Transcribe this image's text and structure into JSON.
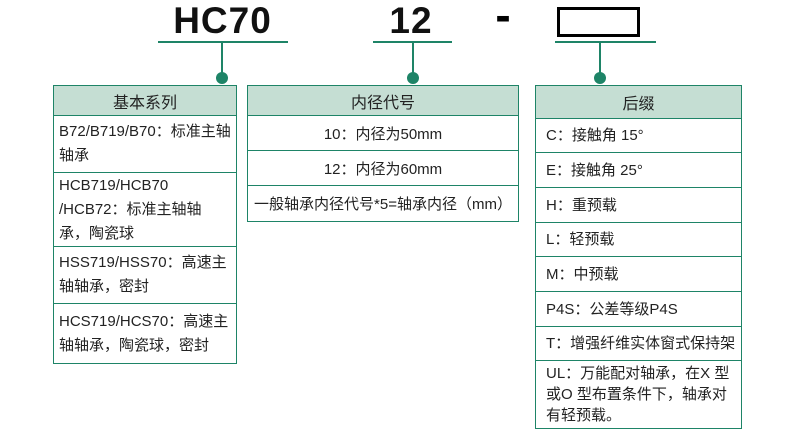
{
  "top": {
    "series_code": "HC70",
    "bore_code": "12",
    "separator": "-"
  },
  "colors": {
    "accent_green": "#1E8467",
    "header_bg": "#C5DED3",
    "text": "#1A1A1A",
    "placeholder_box_border": "#000000"
  },
  "tables": {
    "basic_series": {
      "header": "基本系列",
      "rows": [
        "B72/B719/B70：标准主轴轴承",
        "HCB719/HCB70 /HCB72：标准主轴轴承，陶瓷球",
        "HSS719/HSS70：高速主轴轴承，密封",
        "HCS719/HCS70：高速主轴轴承，陶瓷球，密封"
      ]
    },
    "bore_code": {
      "header": "内径代号",
      "rows": [
        "10：内径为50mm",
        "12：内径为60mm",
        "一般轴承内径代号*5=轴承内径（mm）"
      ]
    },
    "suffix": {
      "header": "后缀",
      "rows": [
        "C：接触角 15°",
        "E：接触角 25°",
        "H：重预载",
        "L：轻预载",
        "M：中预载",
        "P4S：公差等级P4S",
        "T：增强纤维实体窗式保持架",
        "UL：万能配对轴承，在X 型或O 型布置条件下，轴承对有轻预载。"
      ]
    }
  }
}
